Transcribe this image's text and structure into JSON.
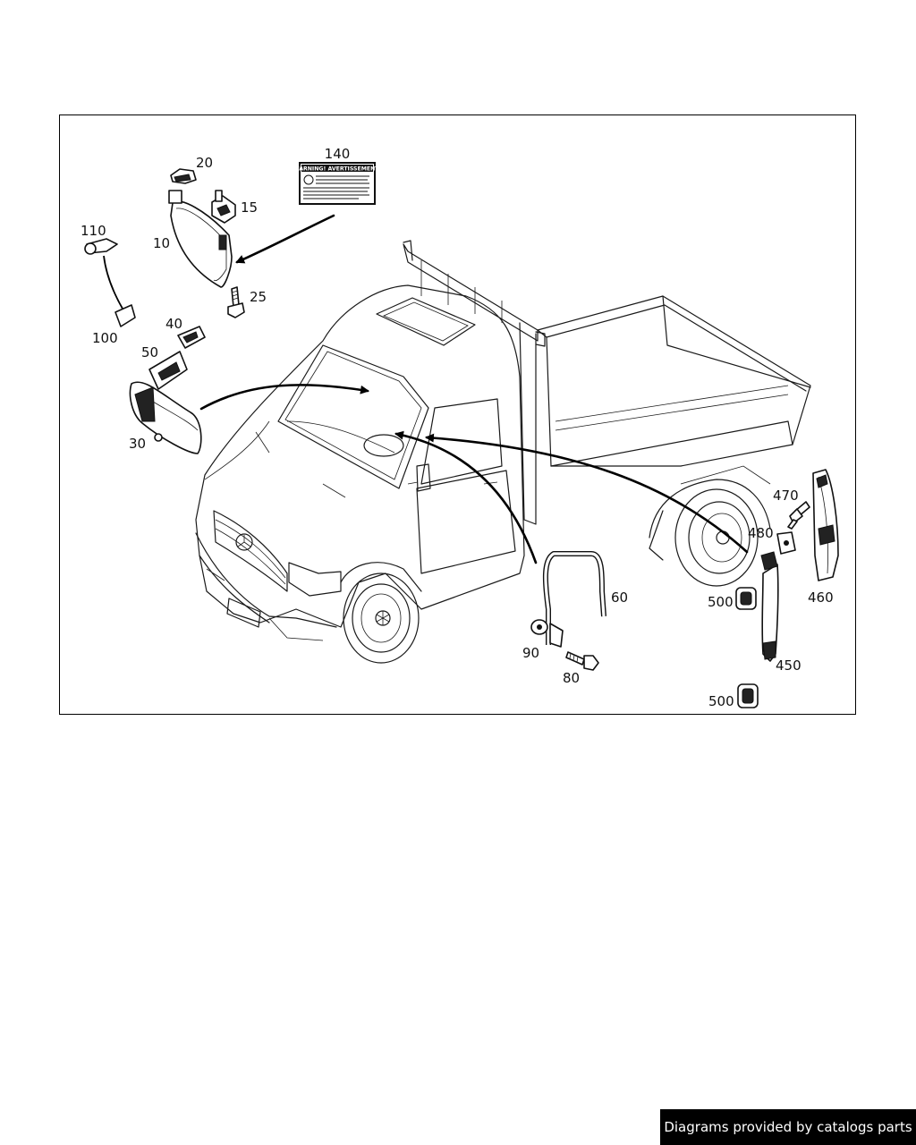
{
  "labels": {
    "p10": "10",
    "p15": "15",
    "p20": "20",
    "p25": "25",
    "p30": "30",
    "p40": "40",
    "p50": "50",
    "p60": "60",
    "p80": "80",
    "p90": "90",
    "p100": "100",
    "p110": "110",
    "p140": "140",
    "p450": "450",
    "p460": "460",
    "p470": "470",
    "p480": "480",
    "p500a": "500",
    "p500b": "500"
  },
  "warning_label": {
    "title": "WARNING! AVERTISSEMENT!"
  },
  "footer": {
    "credit": "Diagrams provided by catalogs parts"
  }
}
